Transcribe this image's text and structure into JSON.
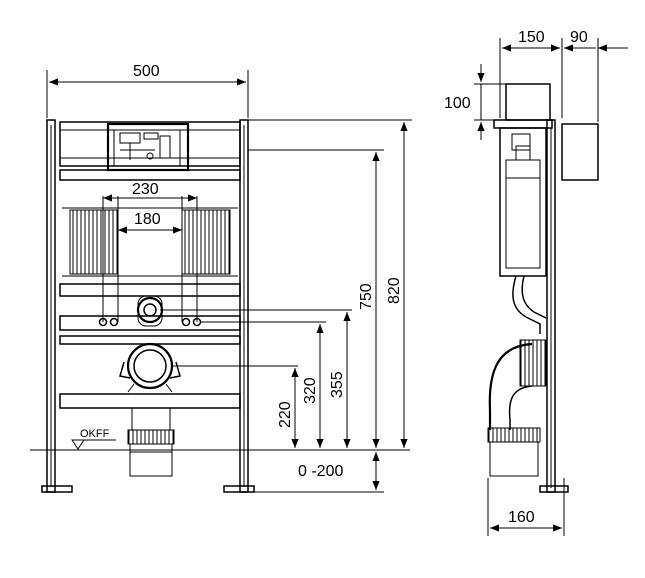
{
  "front_view": {
    "width_dim": "500",
    "outer_hole_dim": "230",
    "inner_hole_dim": "180",
    "height_750": "750",
    "height_820": "820",
    "height_355": "355",
    "height_320": "320",
    "height_220": "220",
    "adjust_range": "0 -200",
    "floor_label": "OKFF"
  },
  "side_view": {
    "depth_150": "150",
    "depth_90": "90",
    "top_100": "100",
    "pipe_160": "160"
  }
}
